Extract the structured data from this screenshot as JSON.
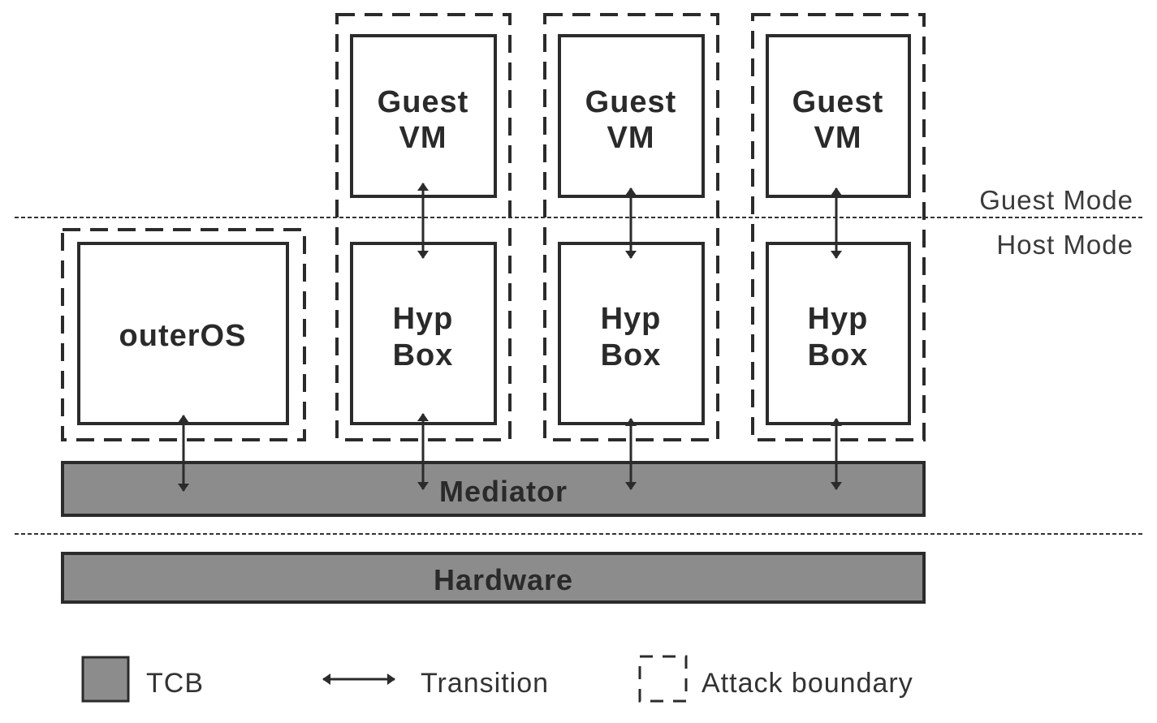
{
  "modes": {
    "guest": "Guest Mode",
    "host": "Host Mode"
  },
  "components": {
    "outer_os": "outerOS",
    "guest_vm_line1": "Guest",
    "guest_vm_line2": "VM",
    "hypbox_line1": "Hyp",
    "hypbox_line2": "Box",
    "mediator": "Mediator",
    "hardware": "Hardware"
  },
  "legend": {
    "tcb": "TCB",
    "transition": "Transition",
    "attack_boundary": "Attack boundary"
  },
  "colors": {
    "tcb_fill": "#8c8c8c",
    "stroke": "#2b2b2b",
    "background": "#ffffff"
  }
}
